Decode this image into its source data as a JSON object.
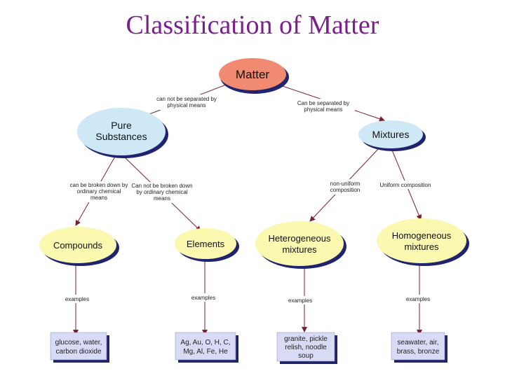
{
  "title": "Classification of Matter",
  "colors": {
    "title": "#7a1f8c",
    "matter_fill": "#f08a70",
    "blue_fill": "#cfe8f6",
    "yellow_fill": "#fbf8b0",
    "box_fill": "#d8dbf5",
    "shadow": "#1f2370",
    "link": "#7a2030"
  },
  "nodes": {
    "matter": "Matter",
    "pure_substances": [
      "Pure",
      "Substances"
    ],
    "mixtures": "Mixtures",
    "compounds": "Compounds",
    "elements": "Elements",
    "heterogeneous": [
      "Heterogeneous",
      "mixtures"
    ],
    "homogeneous": [
      "Homogeneous",
      "mixtures"
    ]
  },
  "links": {
    "matter_to_pure": [
      "can not be separated by",
      "physical means"
    ],
    "matter_to_mixtures": [
      "Can be separated by",
      "physical means"
    ],
    "pure_to_compounds": [
      "can be broken down by",
      "ordinary chemical",
      "means"
    ],
    "pure_to_elements": [
      "Can not be broken down",
      "by ordinary chemical",
      "means"
    ],
    "mixtures_to_heterogeneous": [
      "non-uniform",
      "composition"
    ],
    "mixtures_to_homogeneous": [
      "Uniform composition"
    ]
  },
  "examples_label": "examples",
  "examples": {
    "compounds": [
      "glucose, water,",
      "carbon dioxide"
    ],
    "elements": [
      "Ag, Au, O, H, C,",
      "Mg, Al, Fe, He"
    ],
    "heterogeneous": [
      "granite, pickle",
      "relish, noodle",
      "soup"
    ],
    "homogeneous": [
      "seawater, air,",
      "brass, bronze"
    ]
  }
}
